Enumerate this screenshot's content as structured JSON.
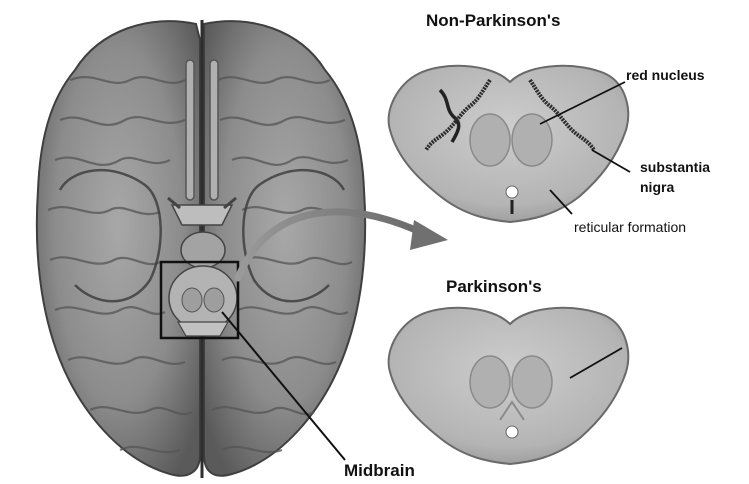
{
  "labels": {
    "non_parkinsons": "Non-Parkinson's",
    "parkinsons": "Parkinson's",
    "red_nucleus": "red nucleus",
    "substantia_line1": "substantia",
    "substantia_line2": "nigra",
    "reticular_formation": "reticular formation",
    "midbrain": "Midbrain"
  },
  "colors": {
    "brain_base": "#8a8a8a",
    "brain_dark": "#4a4a4a",
    "section_fill": "#b9b9b9",
    "section_edge": "#6e6e6e",
    "substantia_dark": "#2b2b2b"
  }
}
